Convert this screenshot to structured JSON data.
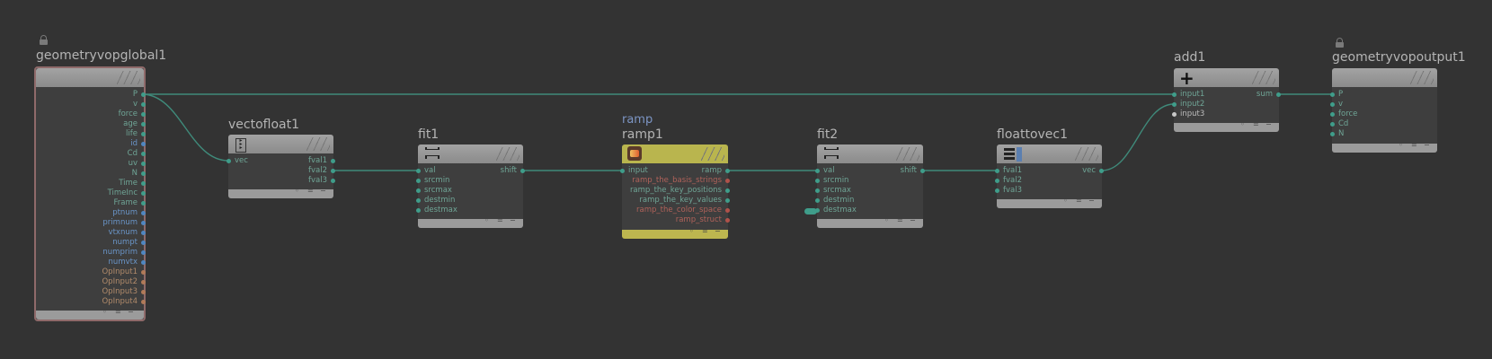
{
  "colors": {
    "background": "#333333",
    "wire": "#3f8a7a",
    "port_green": "#3f9d8a",
    "port_blue": "#4f86c0",
    "port_orange": "#b07a58",
    "port_red": "#b0524a",
    "port_white": "#c8c8c8",
    "ramp_header": "#b9b54e"
  },
  "nodes": {
    "geometryvopglobal1": {
      "title": "geometryvopglobal1",
      "locked": true,
      "outputs": [
        {
          "label": "P",
          "color": "green"
        },
        {
          "label": "v",
          "color": "green"
        },
        {
          "label": "force",
          "color": "green"
        },
        {
          "label": "age",
          "color": "green"
        },
        {
          "label": "life",
          "color": "green"
        },
        {
          "label": "id",
          "color": "blue"
        },
        {
          "label": "Cd",
          "color": "green"
        },
        {
          "label": "uv",
          "color": "green"
        },
        {
          "label": "N",
          "color": "green"
        },
        {
          "label": "Time",
          "color": "green"
        },
        {
          "label": "TimeInc",
          "color": "green"
        },
        {
          "label": "Frame",
          "color": "green"
        },
        {
          "label": "ptnum",
          "color": "blue"
        },
        {
          "label": "primnum",
          "color": "blue"
        },
        {
          "label": "vtxnum",
          "color": "blue"
        },
        {
          "label": "numpt",
          "color": "blue"
        },
        {
          "label": "numprim",
          "color": "blue"
        },
        {
          "label": "numvtx",
          "color": "blue"
        },
        {
          "label": "OpInput1",
          "color": "orange"
        },
        {
          "label": "OpInput2",
          "color": "orange"
        },
        {
          "label": "OpInput3",
          "color": "orange"
        },
        {
          "label": "OpInput4",
          "color": "orange"
        }
      ]
    },
    "vectofloat1": {
      "title": "vectofloat1",
      "inputs": [
        {
          "label": "vec",
          "color": "green"
        }
      ],
      "outputs": [
        {
          "label": "fval1",
          "color": "green"
        },
        {
          "label": "fval2",
          "color": "green"
        },
        {
          "label": "fval3",
          "color": "green"
        }
      ]
    },
    "fit1": {
      "title": "fit1",
      "inputs": [
        {
          "label": "val",
          "color": "green"
        },
        {
          "label": "srcmin",
          "color": "green"
        },
        {
          "label": "srcmax",
          "color": "green"
        },
        {
          "label": "destmin",
          "color": "green"
        },
        {
          "label": "destmax",
          "color": "green"
        }
      ],
      "outputs": [
        {
          "label": "shift",
          "color": "green"
        }
      ]
    },
    "ramp1": {
      "subtitle": "ramp",
      "title": "ramp1",
      "inputs": [
        {
          "label": "input",
          "color": "green"
        }
      ],
      "outputs": [
        {
          "label": "ramp",
          "color": "green"
        },
        {
          "label": "ramp_the_basis_strings",
          "color": "red"
        },
        {
          "label": "ramp_the_key_positions",
          "color": "green"
        },
        {
          "label": "ramp_the_key_values",
          "color": "green"
        },
        {
          "label": "ramp_the_color_space",
          "color": "red"
        },
        {
          "label": "ramp_struct",
          "color": "red"
        }
      ]
    },
    "fit2": {
      "title": "fit2",
      "inputs": [
        {
          "label": "val",
          "color": "green"
        },
        {
          "label": "srcmin",
          "color": "green"
        },
        {
          "label": "srcmax",
          "color": "green"
        },
        {
          "label": "destmin",
          "color": "green"
        },
        {
          "label": "destmax",
          "color": "green"
        }
      ],
      "outputs": [
        {
          "label": "shift",
          "color": "green"
        }
      ]
    },
    "floattovec1": {
      "title": "floattovec1",
      "inputs": [
        {
          "label": "fval1",
          "color": "green"
        },
        {
          "label": "fval2",
          "color": "green"
        },
        {
          "label": "fval3",
          "color": "green"
        }
      ],
      "outputs": [
        {
          "label": "vec",
          "color": "green"
        }
      ]
    },
    "add1": {
      "title": "add1",
      "inputs": [
        {
          "label": "input1",
          "color": "green"
        },
        {
          "label": "input2",
          "color": "green"
        },
        {
          "label": "input3",
          "color": "white"
        }
      ],
      "outputs": [
        {
          "label": "sum",
          "color": "green"
        }
      ]
    },
    "geometryvopoutput1": {
      "title": "geometryvopoutput1",
      "locked": true,
      "inputs": [
        {
          "label": "P",
          "color": "green"
        },
        {
          "label": "v",
          "color": "green"
        },
        {
          "label": "force",
          "color": "green"
        },
        {
          "label": "Cd",
          "color": "green"
        },
        {
          "label": "N",
          "color": "green"
        }
      ]
    }
  }
}
